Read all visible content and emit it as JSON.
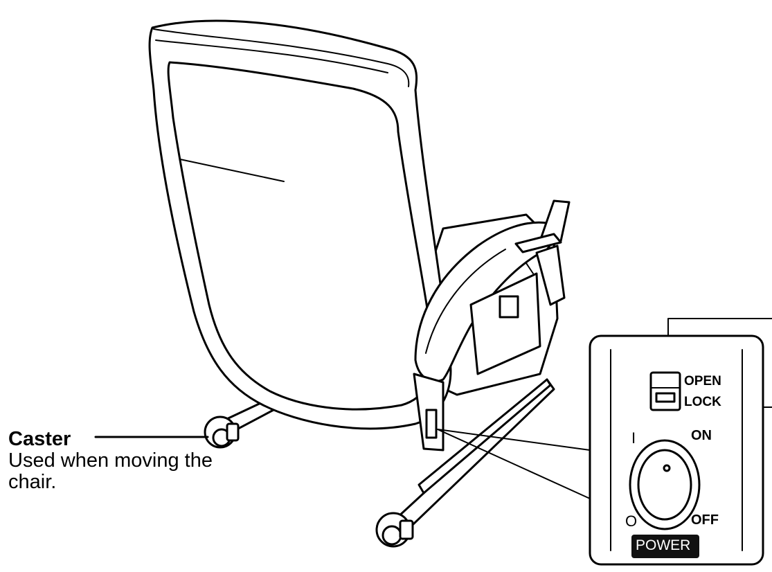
{
  "caster": {
    "title": "Caster",
    "description": "Used when moving the chair."
  },
  "switch_panel": {
    "open_label": "OPEN",
    "lock_label": "LOCK",
    "on_label": "ON",
    "off_label": "OFF",
    "on_symbol": "I",
    "off_symbol": "O",
    "power_badge": "POWER"
  }
}
